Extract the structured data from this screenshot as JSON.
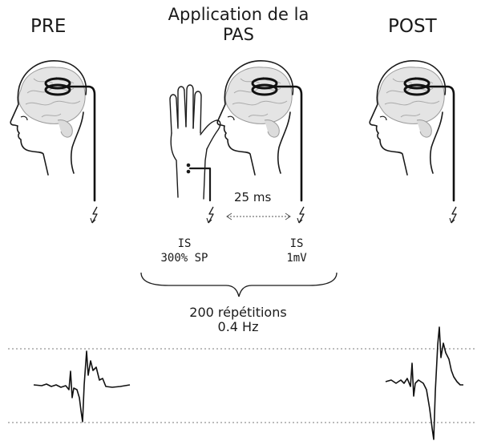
{
  "labels": {
    "pre": "PRE",
    "post": "POST",
    "title_line1": "Application de la",
    "title_line2": "PAS",
    "interval": "25 ms",
    "stim_left_line1": "IS",
    "stim_left_line2": "300% SP",
    "stim_right_line1": "IS",
    "stim_right_line2": "1mV",
    "repetitions_line1": "200 répétitions",
    "repetitions_line2": "0.4 Hz"
  },
  "icons": {
    "coil": "figure-eight-coil-icon",
    "head": "head-profile-icon",
    "hand": "hand-icon",
    "stimulus": "lightning-bolt-icon"
  },
  "colors": {
    "ink": "#1a1a1a",
    "brain": "#cfcfcf",
    "dotted": "#7a7a7a"
  }
}
